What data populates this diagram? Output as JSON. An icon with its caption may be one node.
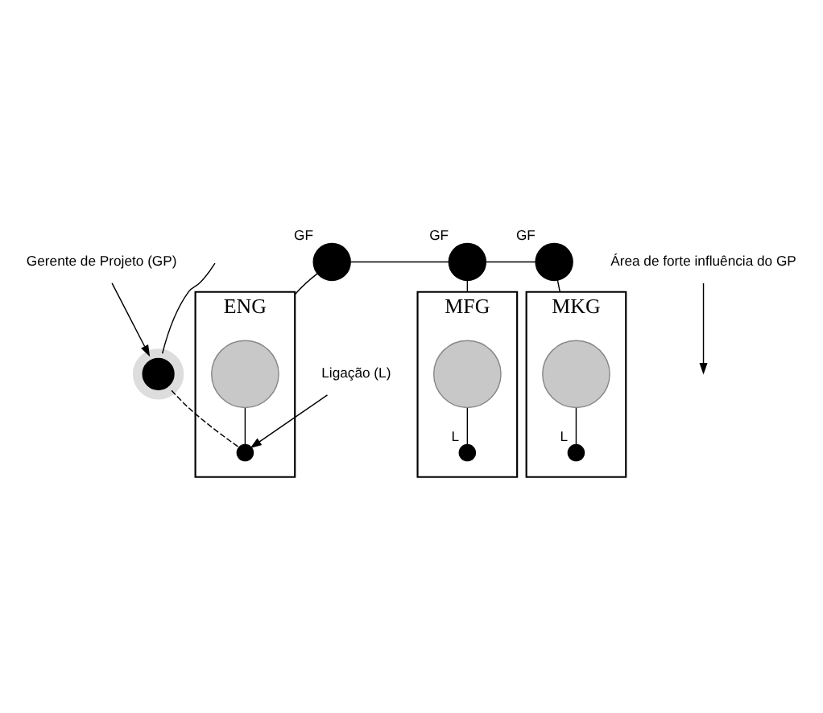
{
  "diagram": {
    "nodes": [
      {
        "text": [
          "ENG"
        ]
      },
      {
        "text": [
          "MFG"
        ]
      },
      {
        "text": [
          "MKG"
        ]
      },
      {
        "text": [],
        "shape": "circle",
        "beside": [
          "GF"
        ]
      },
      {
        "text": [],
        "shape": "circle",
        "beside": [
          "GF"
        ]
      },
      {
        "text": [],
        "shape": "circle",
        "beside": [
          "GF"
        ]
      },
      {
        "text": [],
        "shape": "circle",
        "in": 0
      },
      {
        "text": [],
        "shape": "circle",
        "in": 1
      },
      {
        "text": [],
        "shape": "circle",
        "in": 2
      },
      {
        "text": [],
        "shape": "circle",
        "in": 0
      },
      {
        "text": [],
        "shape": "circle",
        "in": 1,
        "beside": [
          "L"
        ]
      },
      {
        "text": [],
        "shape": "circle",
        "in": 2,
        "beside": [
          "L"
        ]
      },
      {
        "text": [],
        "shape": "circle"
      },
      {
        "text": [
          "Gerente de Projeto (GP)"
        ]
      },
      {
        "text": [
          "Ligação (L)"
        ]
      },
      {
        "text": [
          "Área de forte influência do GP"
        ]
      }
    ],
    "edges": [
      {
        "from": 3,
        "to": 4,
        "arrow": "none"
      },
      {
        "from": 4,
        "to": 5,
        "arrow": "none"
      },
      {
        "from": 3,
        "to": 0,
        "arrow": "none"
      },
      {
        "from": 4,
        "to": 1,
        "arrow": "none"
      },
      {
        "from": 5,
        "to": 2,
        "arrow": "none"
      },
      {
        "from": 6,
        "to": 9,
        "arrow": "none"
      },
      {
        "from": 7,
        "to": 10,
        "arrow": "none"
      },
      {
        "from": 8,
        "to": 11,
        "arrow": "none"
      },
      {
        "from": null,
        "to": 12,
        "arrow": "none"
      },
      {
        "from": 12,
        "to": 9,
        "arrow": "none",
        "style": "dashed"
      },
      {
        "from": 13,
        "to": 12,
        "arrow": "to"
      },
      {
        "from": 14,
        "to": 9,
        "arrow": "to"
      },
      {
        "from": 15,
        "to": null,
        "arrow": "to"
      }
    ]
  }
}
